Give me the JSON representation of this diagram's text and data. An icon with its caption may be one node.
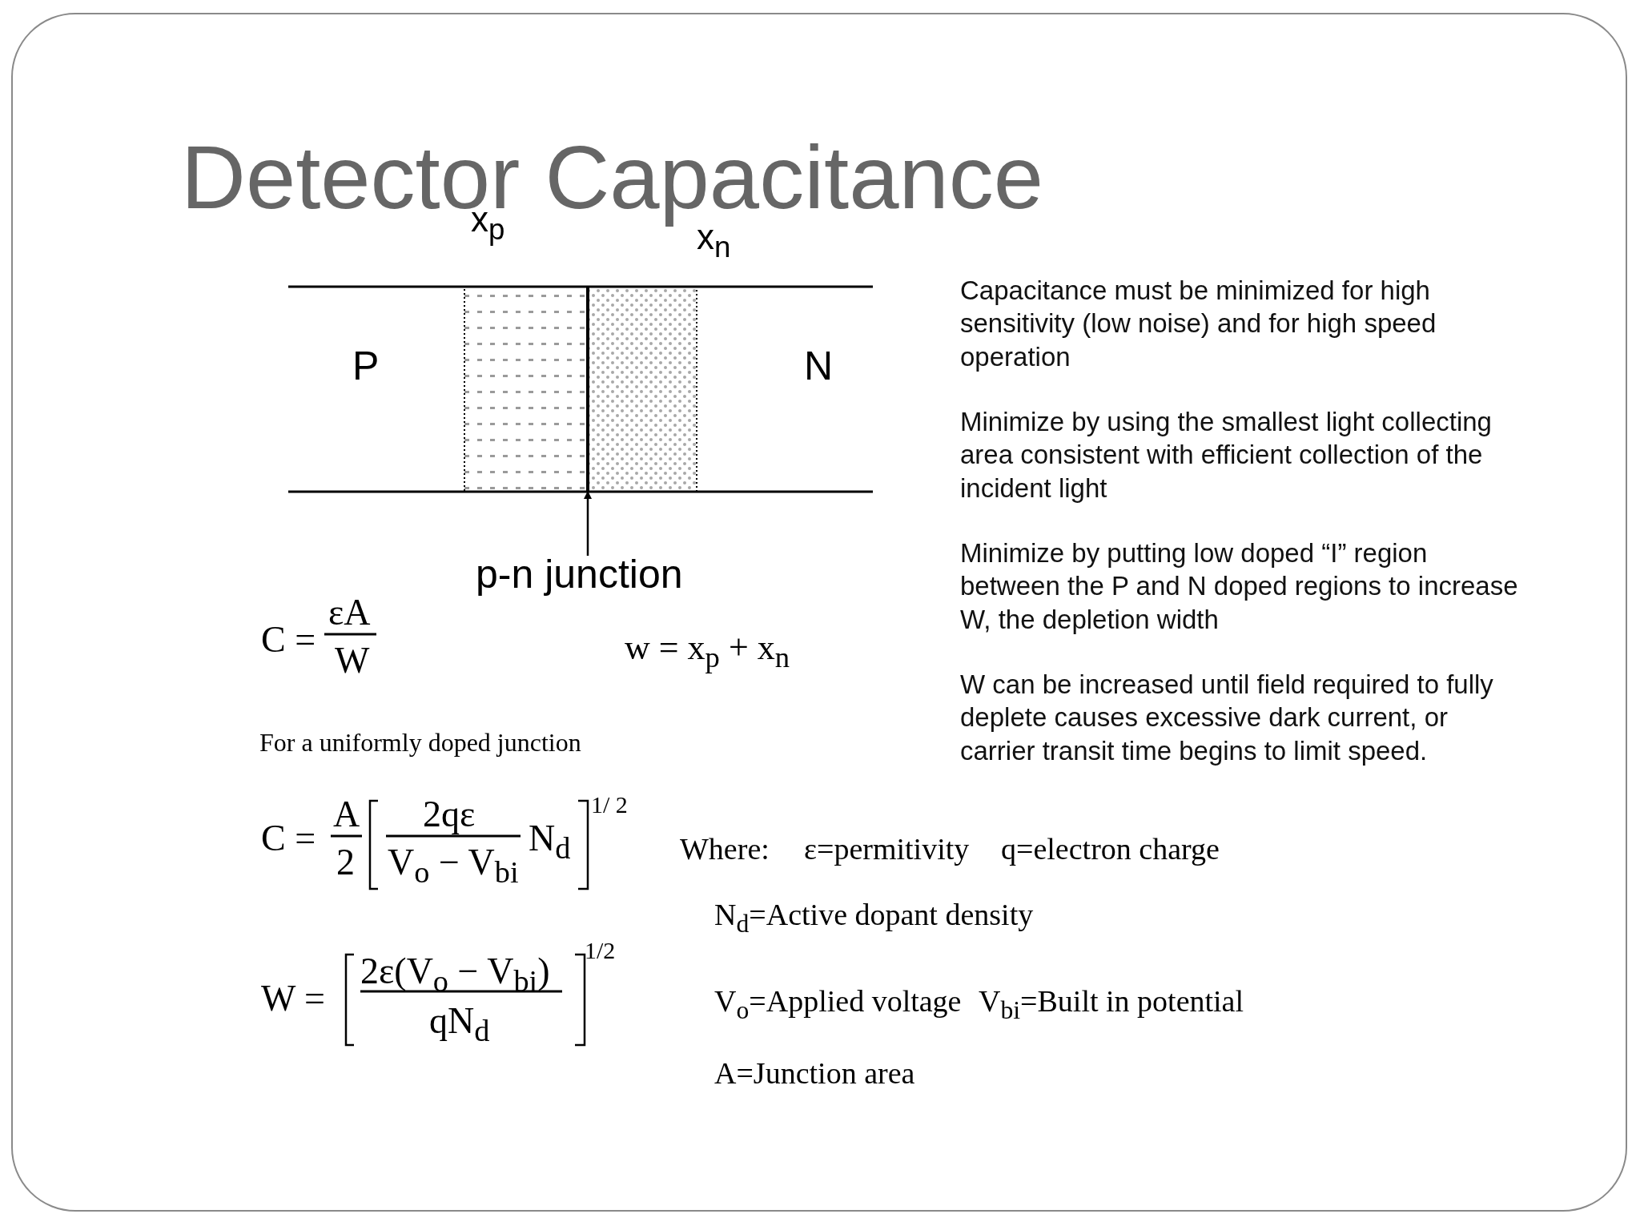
{
  "diagram": {
    "title": "Detector Capacitance",
    "nodes": [
      {
        "text": [
          "p-n junction"
        ]
      },
      {
        "text": [],
        "shape": "line"
      }
    ],
    "edges": [
      {
        "from": 0,
        "to": 1,
        "arrow": "to"
      }
    ],
    "labels": [
      "x$_{p}$",
      "x$_{n}$",
      "P",
      "N",
      "Capacitance must be minimized for high sensitivity (low noise) and for high speed operation",
      "Minimize by using the smallest light collecting area consistent with efficient collection of the incident light",
      "Minimize by putting low doped “I” region between the P and N doped regions to increase W, the depletion width",
      "W can be increased until field required to fully deplete causes excessive dark current, or carrier transit time begins to limit speed.",
      "C =",
      "εA",
      "W",
      "w = x$_{p}$ + x$_{n}$",
      "For a uniformly doped junction",
      "C =",
      "A",
      "2",
      "2qε",
      "V$_{o}$ − V$_{bi}$",
      "N$_{d}$",
      "1/ 2",
      "Where:",
      "ε=permitivity",
      "q=electron charge",
      "N$_{d}$=Active dopant density",
      "W =",
      "2ε(V$_{o}$ − V$_{bi}$)",
      "qN$_{d}$",
      "1/2",
      "V$_{o}$=Applied voltage",
      "V$_{bi}$=Built in potential",
      "A=Junction area"
    ]
  }
}
